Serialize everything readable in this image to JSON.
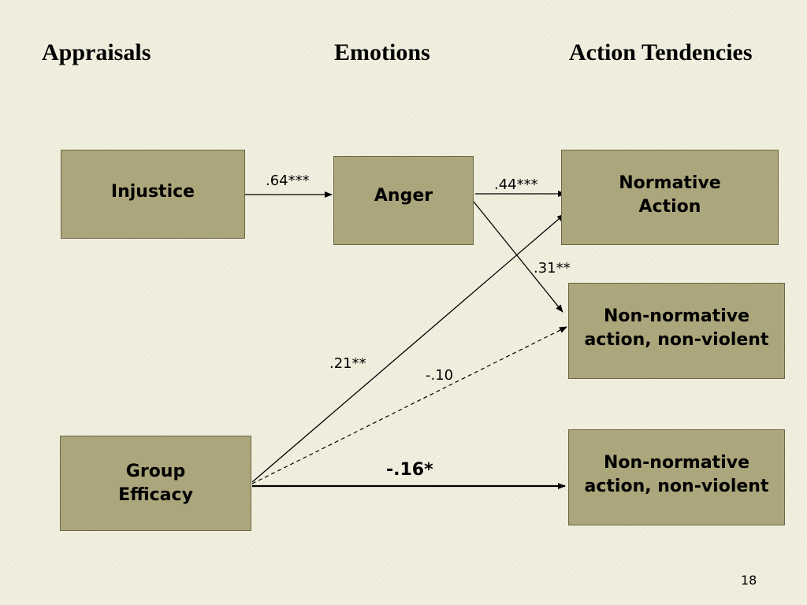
{
  "headers": {
    "appraisals": "Appraisals",
    "emotions": "Emotions",
    "action_tendencies": "Action Tendencies"
  },
  "boxes": {
    "injustice": "Injustice",
    "anger": "Anger",
    "group_efficacy": "Group\nEfficacy",
    "normative_action": "Normative\nAction",
    "non_normative_non_violent": "Non-normative\naction, non-violent",
    "non_normative_second": "Non-normative\naction, non-violent"
  },
  "paths": {
    "injustice_to_anger": ".64***",
    "anger_to_normative": ".44***",
    "anger_to_non_normative": ".31**",
    "efficacy_to_normative": ".21**",
    "efficacy_to_non_normative": "-.10",
    "efficacy_to_non_normative_second": "-.16*"
  },
  "slide_number": "18",
  "colors": {
    "background": "#efeedd",
    "box_fill": "#aca67c",
    "box_border": "#6b6544",
    "arrow": "#000000"
  }
}
